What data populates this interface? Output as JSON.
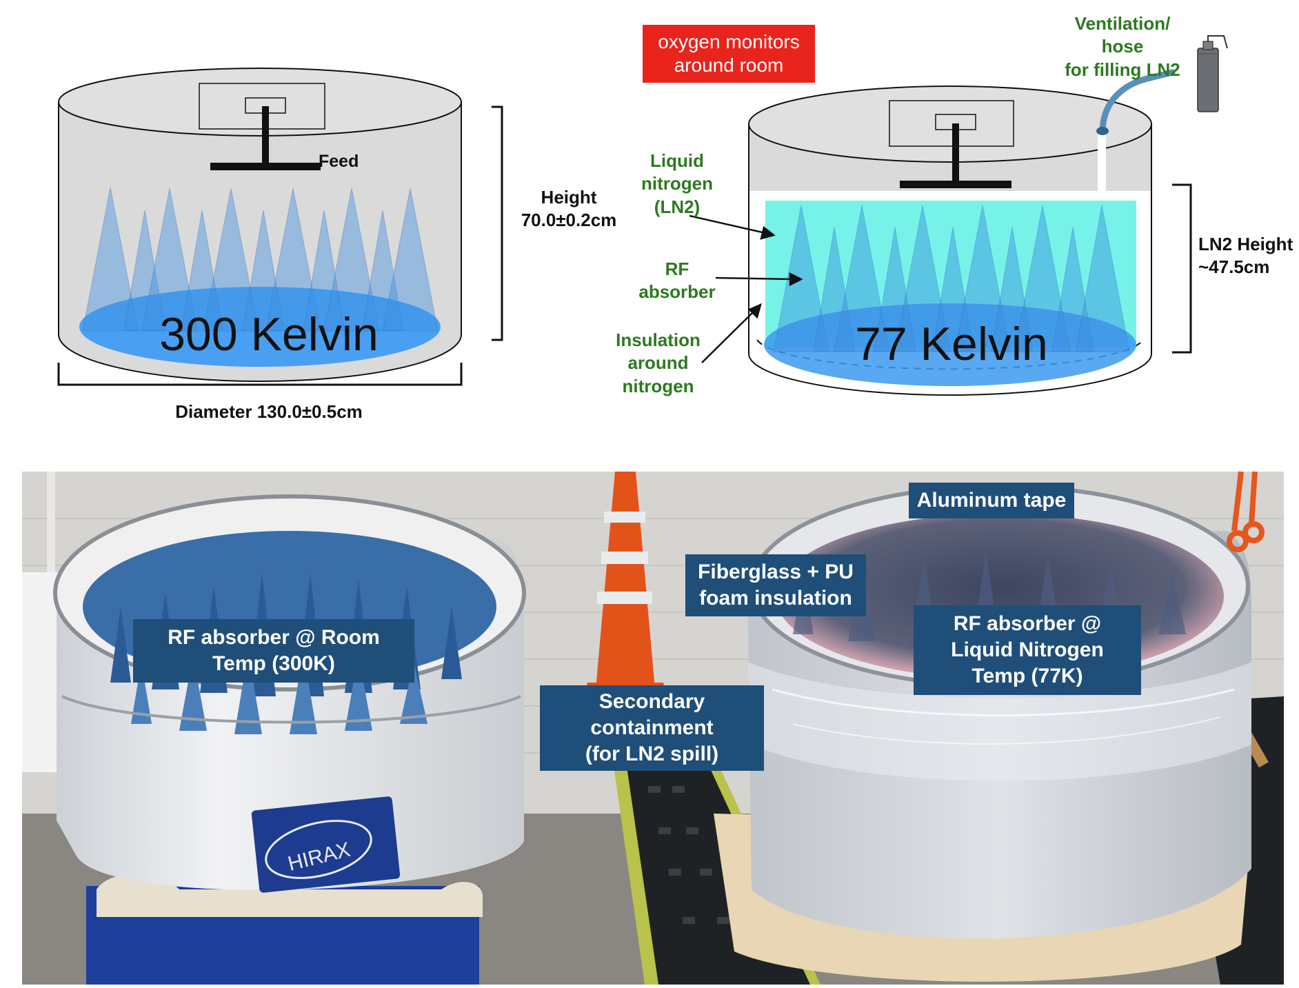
{
  "left_diagram": {
    "temperature": "300 Kelvin",
    "feed": "Feed",
    "height": "Height\n70.0±0.2cm",
    "diameter": "Diameter 130.0±0.5cm"
  },
  "right_diagram": {
    "temperature": "77 Kelvin",
    "oxygen": "oxygen monitors\naround room",
    "ventilation": "Ventilation/\nhose\nfor filling LN2",
    "ln2": "Liquid\nnitrogen\n(LN2)",
    "rf_absorber": "RF\nabsorber",
    "insulation": "Insulation\naround\nnitrogen",
    "ln2_height": "LN2 Height\n~47.5cm"
  },
  "photo": {
    "room_temp": "RF absorber @ Room\nTemp (300K)",
    "aluminum": "Aluminum tape",
    "fiberglass": "Fiberglass + PU\nfoam insulation",
    "ln2_temp": "RF absorber @\nLiquid Nitrogen\nTemp (77K)",
    "secondary": "Secondary\ncontainment\n(for LN2 spill)",
    "logo_text": "HIRAX"
  },
  "colors": {
    "cone": "#3f8fe0",
    "nitrogen": "#5ff0e4",
    "label_green": "#2c7a1f",
    "navy_box": "#1f4e79",
    "red_box": "#e8241c"
  }
}
